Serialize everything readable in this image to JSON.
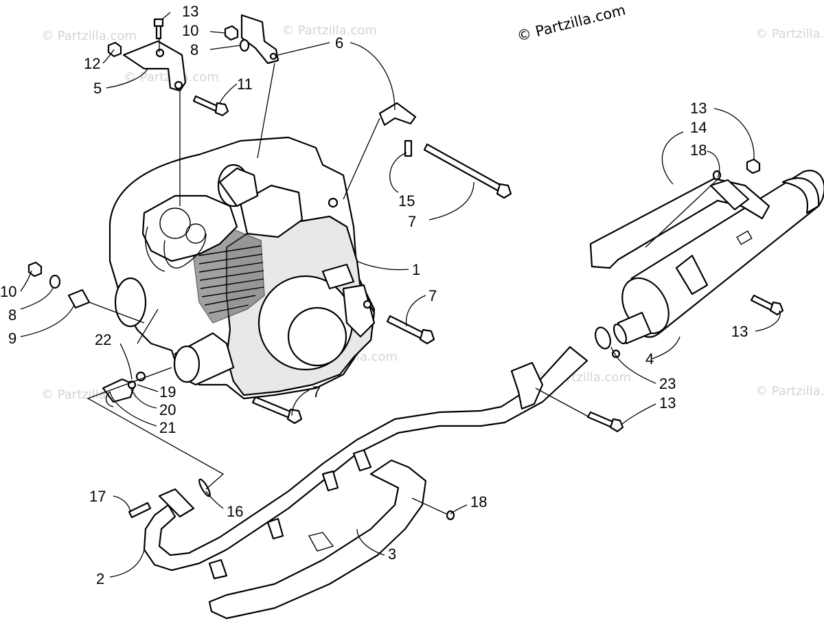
{
  "copyright": "© Partzilla.com",
  "watermark_text": "© Partzilla.com",
  "callouts": {
    "c1": "1",
    "c2": "2",
    "c3": "3",
    "c4": "4",
    "c5": "5",
    "c6": "6",
    "c7a": "7",
    "c7b": "7",
    "c7c": "7",
    "c8a": "8",
    "c8b": "8",
    "c9": "9",
    "c10a": "10",
    "c10b": "10",
    "c11": "11",
    "c12": "12",
    "c13a": "13",
    "c13b": "13",
    "c13c": "13",
    "c13d": "13",
    "c14": "14",
    "c15": "15",
    "c16": "16",
    "c17": "17",
    "c18a": "18",
    "c18b": "18",
    "c19": "19",
    "c20": "20",
    "c21": "21",
    "c22": "22",
    "c23": "23"
  }
}
